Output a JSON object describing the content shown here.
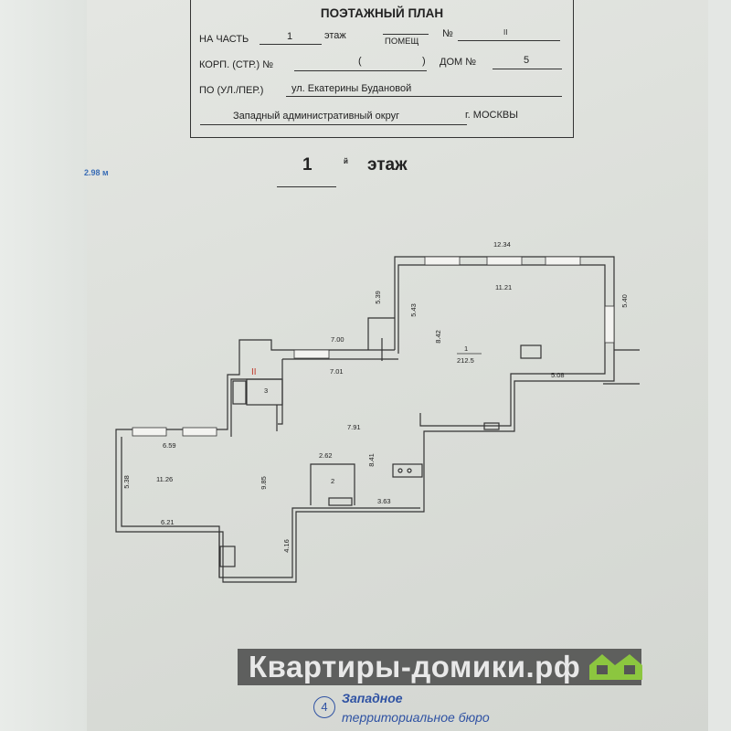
{
  "header": {
    "title": "ПОЭТАЖНЫЙ ПЛАН",
    "na_chast_label": "НА ЧАСТЬ",
    "na_chast_value": "1",
    "etazh_label": "этаж",
    "pomeshch_label": "ПОМЕЩ",
    "number_label": "№",
    "number_value": "II",
    "korp_label": "КОРП. (СТР.) №",
    "korp_open": "(",
    "korp_close": ")",
    "dom_label": "ДОМ №",
    "dom_value": "5",
    "street_label": "ПО (УЛ./ПЕР.)",
    "street_value": "ул. Екатерины Будановой",
    "district_value": "Западный административный округ",
    "city_value": "г. МОСКВЫ"
  },
  "floor": {
    "number": "1",
    "suffix": "й",
    "label": "этаж"
  },
  "scale_note": "2.98 м",
  "plan": {
    "section_mark": "II",
    "rooms": [
      {
        "number": "1",
        "area": "212.5"
      },
      {
        "number": "2"
      },
      {
        "number": "3"
      }
    ],
    "dimensions": [
      "12.34",
      "11.21",
      "5.39",
      "5.43",
      "5.40",
      "7.00",
      "8.42",
      "7.01",
      "5.08",
      "7.91",
      "6.59",
      "2.62",
      "8.41",
      "5.38",
      "11.26",
      "9.85",
      "3.63",
      "6.21",
      "4.16"
    ]
  },
  "stamp": {
    "number": "4",
    "line1": "Западное",
    "line2": "территориальное бюро"
  },
  "watermark": "Квартиры-домики.рф",
  "colors": {
    "paper": "#dfe2dd",
    "ink": "#222222",
    "scale_blue": "#3a6db5",
    "logo_green": "#8cc63f",
    "stamp_blue": "#2f52a3",
    "section_red": "#c0392b"
  }
}
